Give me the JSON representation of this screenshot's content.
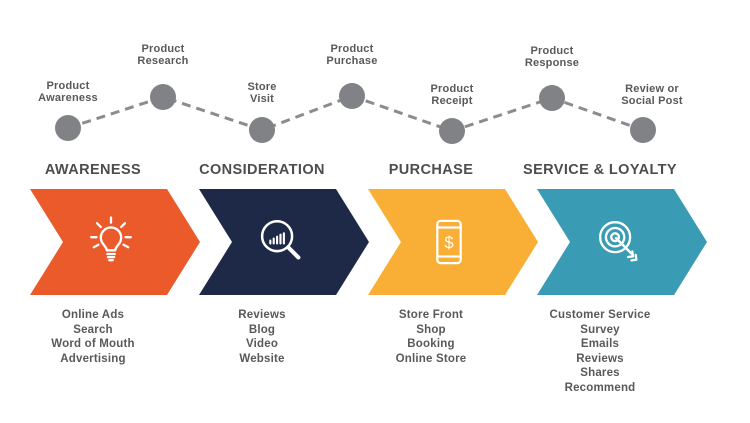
{
  "palette": {
    "node_gray": "#808285",
    "path_gray": "#8A8C8E",
    "heading_text": "#4D4D4F",
    "body_text": "#58595B"
  },
  "journey": {
    "points": [
      {
        "line1": "Product",
        "line2": "Awareness",
        "position": "low"
      },
      {
        "line1": "Product",
        "line2": "Research",
        "position": "high"
      },
      {
        "line1": "Store",
        "line2": "Visit",
        "position": "low"
      },
      {
        "line1": "Product",
        "line2": "Purchase",
        "position": "high"
      },
      {
        "line1": "Product",
        "line2": "Receipt",
        "position": "low"
      },
      {
        "line1": "Product",
        "line2": "Response",
        "position": "high"
      },
      {
        "line1": "Review or",
        "line2": "Social Post",
        "position": "low"
      }
    ]
  },
  "stages": [
    {
      "title": "AWARENESS",
      "color": "#EA5A2B",
      "icon": "lightbulb-icon",
      "channels": [
        "Online Ads",
        "Search",
        "Word of Mouth",
        "Advertising"
      ]
    },
    {
      "title": "CONSIDERATION",
      "color": "#1E2947",
      "icon": "search-analytics-icon",
      "channels": [
        "Reviews",
        "Blog",
        "Video",
        "Website"
      ]
    },
    {
      "title": "PURCHASE",
      "color": "#F9AE35",
      "icon": "mobile-payment-icon",
      "icon_glyph": "$",
      "channels": [
        "Store Front",
        "Shop",
        "Booking",
        "Online Store"
      ]
    },
    {
      "title": "SERVICE & LOYALTY",
      "color": "#3A9CB4",
      "icon": "target-dart-icon",
      "channels": [
        "Customer Service",
        "Survey",
        "Emails",
        "Reviews",
        "Shares",
        "Recommend"
      ]
    }
  ]
}
